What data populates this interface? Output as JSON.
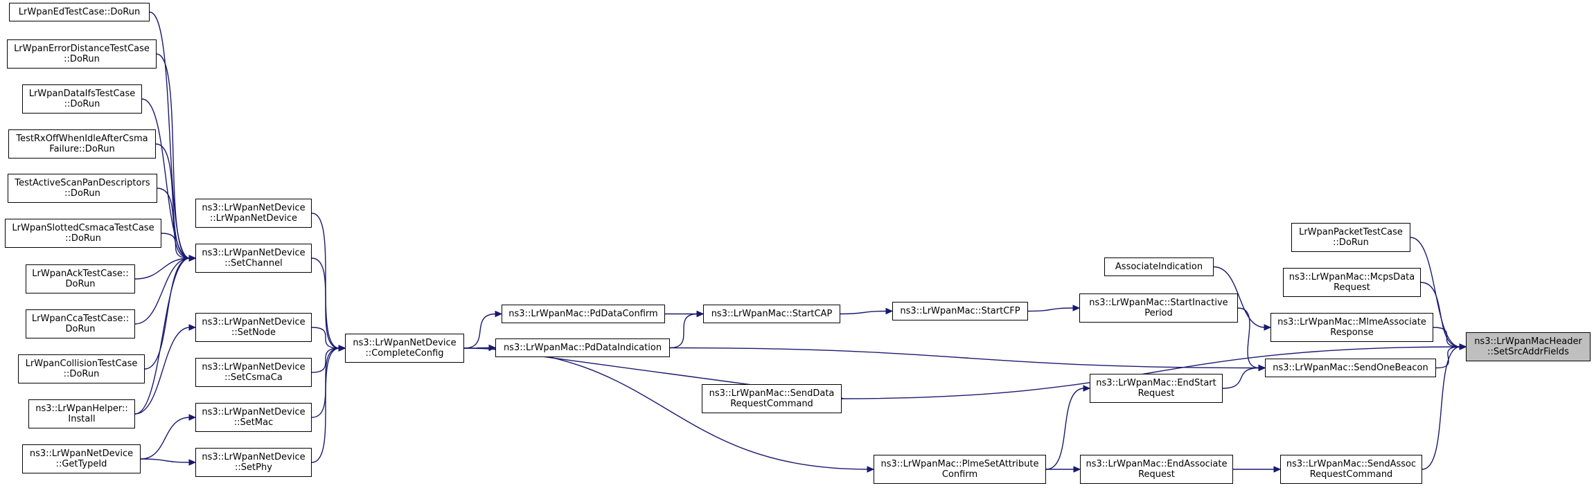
{
  "colors": {
    "edge": "#191970",
    "root_fill": "#bfbfbf",
    "node_fill": "#ffffff",
    "node_border": "#000000"
  },
  "nodes": [
    {
      "id": "ed",
      "lines": [
        "LrWpanEdTestCase::DoRun"
      ]
    },
    {
      "id": "errdist",
      "lines": [
        "LrWpanErrorDistanceTestCase",
        "::DoRun"
      ]
    },
    {
      "id": "dataifs",
      "lines": [
        "LrWpanDataIfsTestCase",
        "::DoRun"
      ]
    },
    {
      "id": "rxoff",
      "lines": [
        "TestRxOffWhenIdleAfterCsma",
        "Failure::DoRun"
      ]
    },
    {
      "id": "activescan",
      "lines": [
        "TestActiveScanPanDescriptors",
        "::DoRun"
      ]
    },
    {
      "id": "slotted",
      "lines": [
        "LrWpanSlottedCsmacaTestCase",
        "::DoRun"
      ]
    },
    {
      "id": "ack",
      "lines": [
        "LrWpanAckTestCase::",
        "DoRun"
      ]
    },
    {
      "id": "cca",
      "lines": [
        "LrWpanCcaTestCase::",
        "DoRun"
      ]
    },
    {
      "id": "collision",
      "lines": [
        "LrWpanCollisionTestCase",
        "::DoRun"
      ]
    },
    {
      "id": "helperinstall",
      "lines": [
        "ns3::LrWpanHelper::",
        "Install"
      ]
    },
    {
      "id": "gettypeid",
      "lines": [
        "ns3::LrWpanNetDevice",
        "::GetTypeId"
      ]
    },
    {
      "id": "ctor",
      "lines": [
        "ns3::LrWpanNetDevice",
        "::LrWpanNetDevice"
      ]
    },
    {
      "id": "setchannel",
      "lines": [
        "ns3::LrWpanNetDevice",
        "::SetChannel"
      ]
    },
    {
      "id": "setnode",
      "lines": [
        "ns3::LrWpanNetDevice",
        "::SetNode"
      ]
    },
    {
      "id": "setcsmaca",
      "lines": [
        "ns3::LrWpanNetDevice",
        "::SetCsmaCa"
      ]
    },
    {
      "id": "setmac",
      "lines": [
        "ns3::LrWpanNetDevice",
        "::SetMac"
      ]
    },
    {
      "id": "setphy",
      "lines": [
        "ns3::LrWpanNetDevice",
        "::SetPhy"
      ]
    },
    {
      "id": "completeconfig",
      "lines": [
        "ns3::LrWpanNetDevice",
        "::CompleteConfig"
      ]
    },
    {
      "id": "pddataconfirm",
      "lines": [
        "ns3::LrWpanMac::PdDataConfirm"
      ]
    },
    {
      "id": "pddataindication",
      "lines": [
        "ns3::LrWpanMac::PdDataIndication"
      ]
    },
    {
      "id": "startcap",
      "lines": [
        "ns3::LrWpanMac::StartCAP"
      ]
    },
    {
      "id": "senddatareq",
      "lines": [
        "ns3::LrWpanMac::SendData",
        "RequestCommand"
      ]
    },
    {
      "id": "plmeset",
      "lines": [
        "ns3::LrWpanMac::PlmeSetAttribute",
        "Confirm"
      ]
    },
    {
      "id": "startcfp",
      "lines": [
        "ns3::LrWpanMac::StartCFP"
      ]
    },
    {
      "id": "assocind",
      "lines": [
        "AssociateIndication"
      ]
    },
    {
      "id": "startinactive",
      "lines": [
        "ns3::LrWpanMac::StartInactive",
        "Period"
      ]
    },
    {
      "id": "endstart",
      "lines": [
        "ns3::LrWpanMac::EndStart",
        "Request"
      ]
    },
    {
      "id": "endassoc",
      "lines": [
        "ns3::LrWpanMac::EndAssociate",
        "Request"
      ]
    },
    {
      "id": "packettest",
      "lines": [
        "LrWpanPacketTestCase",
        "::DoRun"
      ]
    },
    {
      "id": "mcpsdata",
      "lines": [
        "ns3::LrWpanMac::McpsData",
        "Request"
      ]
    },
    {
      "id": "mlmeassoc",
      "lines": [
        "ns3::LrWpanMac::MlmeAssociate",
        "Response"
      ]
    },
    {
      "id": "sendonebeacon",
      "lines": [
        "ns3::LrWpanMac::SendOneBeacon"
      ]
    },
    {
      "id": "sendassoc",
      "lines": [
        "ns3::LrWpanMac::SendAssoc",
        "RequestCommand"
      ]
    },
    {
      "id": "root",
      "lines": [
        "ns3::LrWpanMacHeader",
        "::SetSrcAddrFields"
      ],
      "root": true
    }
  ],
  "edges": [
    [
      "ed",
      "setchannel"
    ],
    [
      "errdist",
      "setchannel"
    ],
    [
      "dataifs",
      "setchannel"
    ],
    [
      "rxoff",
      "setchannel"
    ],
    [
      "activescan",
      "setchannel"
    ],
    [
      "slotted",
      "setchannel"
    ],
    [
      "ack",
      "setchannel"
    ],
    [
      "cca",
      "setchannel"
    ],
    [
      "collision",
      "setchannel"
    ],
    [
      "helperinstall",
      "setchannel"
    ],
    [
      "helperinstall",
      "setnode"
    ],
    [
      "gettypeid",
      "setmac"
    ],
    [
      "gettypeid",
      "setphy"
    ],
    [
      "ctor",
      "completeconfig"
    ],
    [
      "setchannel",
      "completeconfig"
    ],
    [
      "setnode",
      "completeconfig"
    ],
    [
      "setcsmaca",
      "completeconfig"
    ],
    [
      "setmac",
      "completeconfig"
    ],
    [
      "setphy",
      "completeconfig"
    ],
    [
      "completeconfig",
      "pddataconfirm"
    ],
    [
      "completeconfig",
      "pddataindication"
    ],
    [
      "completeconfig",
      "plmeset"
    ],
    [
      "pddataconfirm",
      "startcap"
    ],
    [
      "pddataindication",
      "startcap"
    ],
    [
      "pddataindication",
      "sendonebeacon"
    ],
    [
      "senddatareq",
      "pddataindication"
    ],
    [
      "senddatareq",
      "root"
    ],
    [
      "startcap",
      "startcfp"
    ],
    [
      "startcfp",
      "startinactive"
    ],
    [
      "startinactive",
      "sendonebeacon"
    ],
    [
      "plmeset",
      "endstart"
    ],
    [
      "plmeset",
      "endassoc"
    ],
    [
      "endstart",
      "sendonebeacon"
    ],
    [
      "endassoc",
      "sendassoc"
    ],
    [
      "assocind",
      "mlmeassoc"
    ],
    [
      "packettest",
      "root"
    ],
    [
      "mcpsdata",
      "root"
    ],
    [
      "mlmeassoc",
      "root"
    ],
    [
      "sendonebeacon",
      "root"
    ],
    [
      "sendassoc",
      "root"
    ]
  ]
}
